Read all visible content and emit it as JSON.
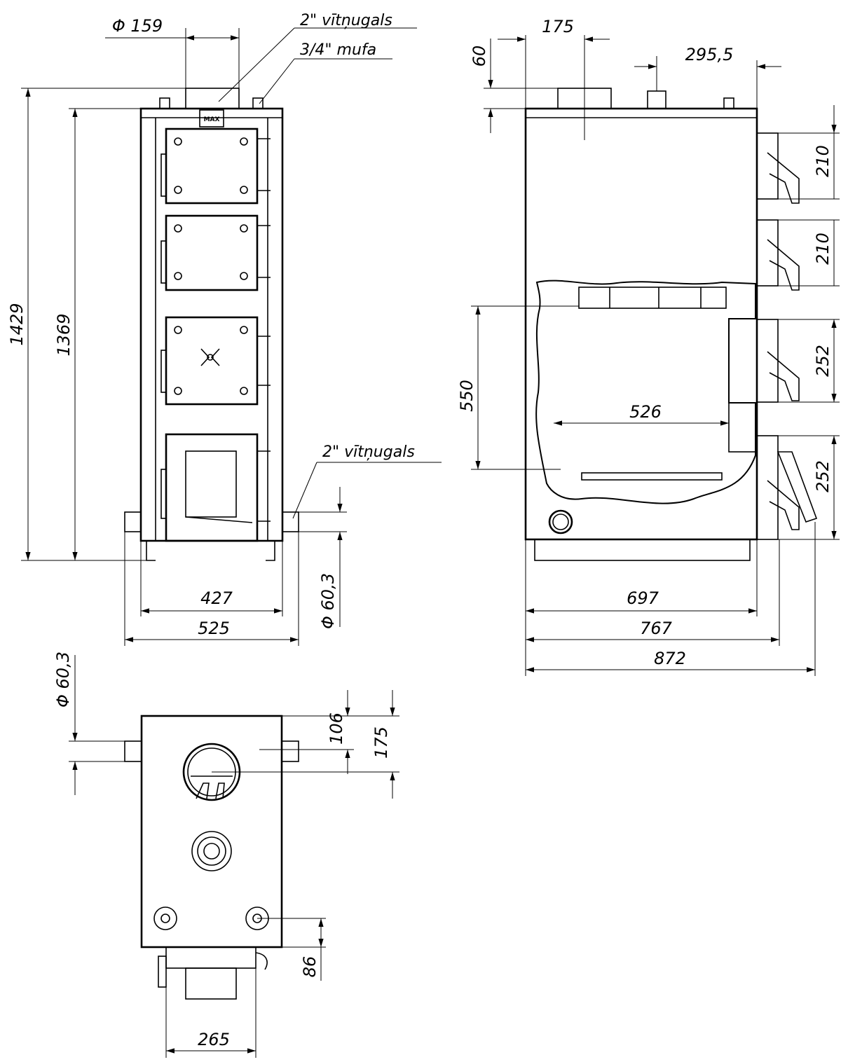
{
  "notes": {
    "thread_top": "2\" vītņugals",
    "coupling": "3/4\" mufa",
    "thread_side": "2\" vītņugals"
  },
  "logo": "MAX",
  "front": {
    "flue_dia": "Φ 159",
    "height_total": "1429",
    "height_body": "1369",
    "width_body": "427",
    "width_total": "525",
    "pipe_dia": "Φ 60,3"
  },
  "side": {
    "flue_offset": "175",
    "flue_height": "60",
    "coupling_offset": "295,5",
    "door1": "210",
    "door2": "210",
    "door3": "252",
    "door4": "252",
    "chamber_height": "550",
    "chamber_depth": "526",
    "depth_body": "697",
    "depth_doors": "767",
    "depth_total": "872"
  },
  "top": {
    "pipe_dia": "Φ 60,3",
    "flue_offset_a": "106",
    "flue_offset_b": "175",
    "port_offset": "86",
    "door_width": "265"
  },
  "colors": {
    "line": "#000000",
    "background": "#ffffff"
  }
}
